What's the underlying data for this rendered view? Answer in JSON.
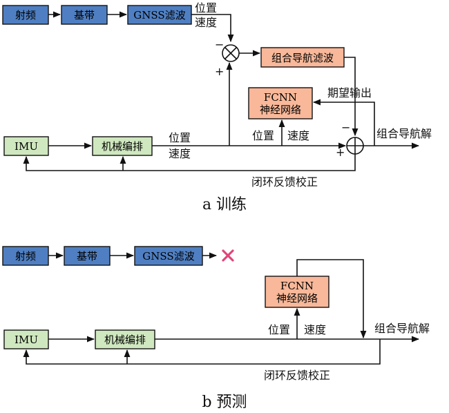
{
  "colors": {
    "blue": "#4f7fc2",
    "green": "#cfe8bf",
    "salmon": "#f8b899",
    "line": "#111111",
    "cross": "#e0457a"
  },
  "training": {
    "caption": "a 训练",
    "rf": "射频",
    "baseband": "基带",
    "gnss_filter": "GNSS滤波",
    "gnss_out_1": "位置",
    "gnss_out_2": "速度",
    "integrated_filter": "组合导航滤波",
    "fcnn_1": "FCNN",
    "fcnn_2": "神经网络",
    "expected_output": "期望输出",
    "imu": "IMU",
    "mechanization": "机械编排",
    "mech_out_1": "位置",
    "mech_out_2": "速度",
    "fcnn_in_pos": "位置",
    "fcnn_in_vel": "速度",
    "output": "组合导航解",
    "feedback": "闭环反馈校正",
    "minus_top": "−",
    "plus_bottom": "+",
    "minus_sum": "−",
    "plus_sum": "+"
  },
  "prediction": {
    "caption": "b 预测",
    "rf": "射频",
    "baseband": "基带",
    "gnss_filter": "GNSS滤波",
    "fcnn_1": "FCNN",
    "fcnn_2": "神经网络",
    "imu": "IMU",
    "mechanization": "机械编排",
    "fcnn_in_pos": "位置",
    "fcnn_in_vel": "速度",
    "output": "组合导航解",
    "feedback": "闭环反馈校正"
  }
}
